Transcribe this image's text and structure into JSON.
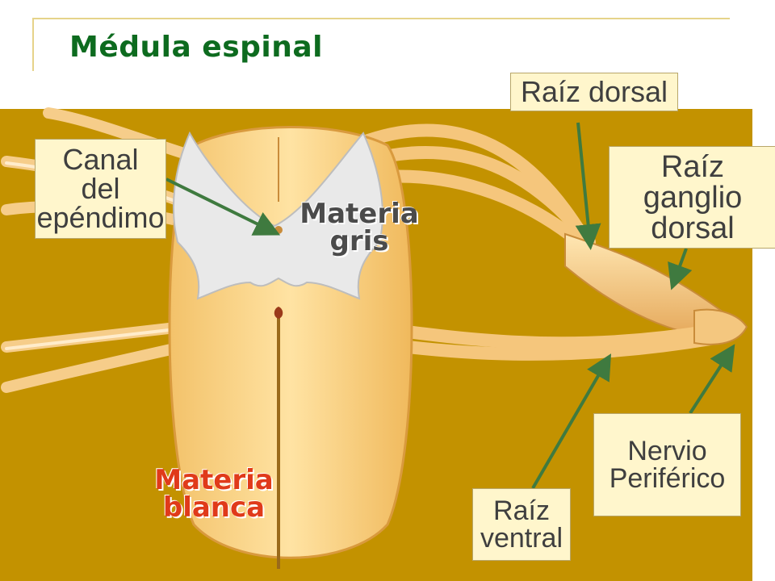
{
  "title": "Médula espinal",
  "labels": {
    "canal": "Canal\ndel\nepéndimo",
    "materia_gris": "Materia\ngris",
    "raiz_dorsal": "Raíz dorsal",
    "raiz_ganglio": "Raíz\nganglio\ndorsal",
    "materia_blanca": "Materia\nblanca",
    "nervio": "Nervio\nPeriférico",
    "raiz_ventral": "Raíz\nventral"
  },
  "colors": {
    "background_panel": "#c39200",
    "callout_fill": "#fff6cc",
    "arrow": "#3f7a3f",
    "title": "#0d6b1f",
    "materia_blanca_text": "#e03a1a"
  }
}
